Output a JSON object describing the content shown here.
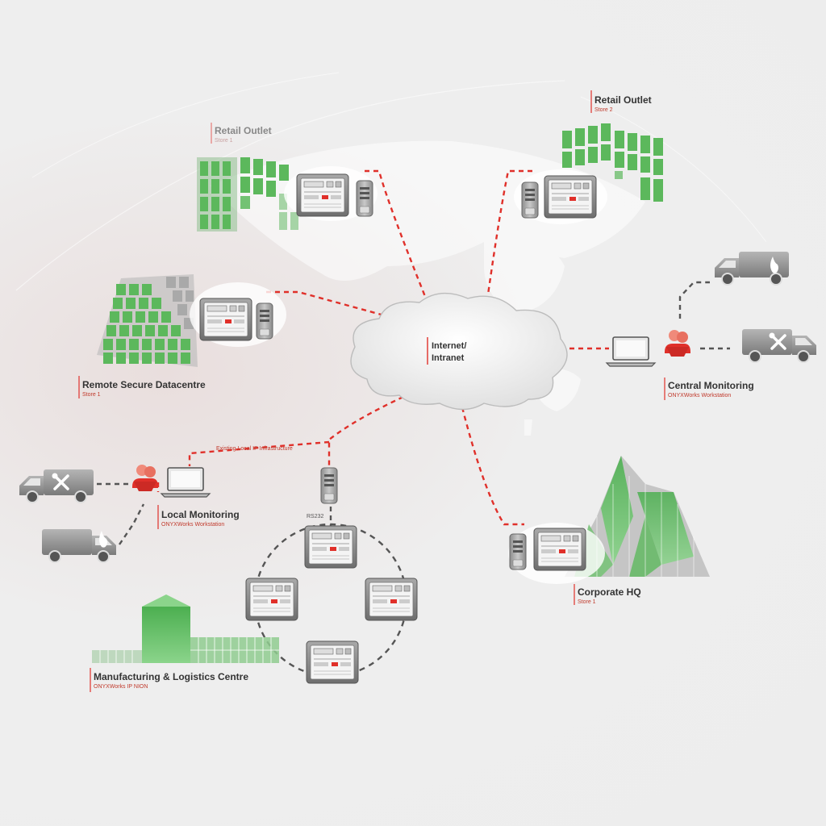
{
  "colors": {
    "accent_red": "#e0302a",
    "building_green": "#5cb85c",
    "building_gray": "#9a9a9a",
    "panel_gray": "#8a8a8a"
  },
  "cloud": {
    "line1": "Internet/",
    "line2": "Intranet"
  },
  "sites": {
    "retail1": {
      "title": "Retail Outlet",
      "sub": "Store 1"
    },
    "retail2": {
      "title": "Retail Outlet",
      "sub": "Store 2"
    },
    "datacentre": {
      "title": "Remote Secure Datacentre",
      "sub": "Store 1"
    },
    "central": {
      "title": "Central Monitoring",
      "sub": "ONYXWorks Workstation"
    },
    "local": {
      "title": "Local Monitoring",
      "sub": "ONYXWorks Workstation"
    },
    "hq": {
      "title": "Corporate HQ",
      "sub": "Store 1"
    },
    "manufacturing": {
      "title": "Manufacturing & Logistics Centre",
      "sub": "ONYXWorks IP NION"
    }
  },
  "labels": {
    "existing_ip": "Existing Local IP Infrastructure",
    "rs232": "RS232"
  },
  "icons": {
    "fire_truck": "flame-icon",
    "service_van": "tools-icon",
    "operator": "operator-icon",
    "laptop": "laptop-icon",
    "fire_panel": "fire-panel-icon",
    "network_node": "network-node-icon",
    "cloud": "cloud-icon",
    "building": "building-icon"
  }
}
